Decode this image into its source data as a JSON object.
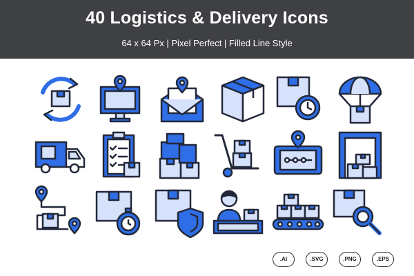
{
  "header": {
    "title": "40 Logistics & Delivery Icons",
    "subtitle": "64 x 64 Px | Pixel Perfect | Filled Line Style"
  },
  "colors": {
    "banner": "#3f4044",
    "primary_blue": "#2f6ee6",
    "light_blue": "#d6e2fb",
    "outline": "#23293a"
  },
  "icons": [
    "box-cycle-icon",
    "computer-location-icon",
    "mail-location-icon",
    "package-box-icon",
    "box-clock-icon",
    "parachute-box-icon",
    "delivery-truck-icon",
    "clipboard-checklist-icon",
    "stacked-boxes-icon",
    "hand-truck-icon",
    "tablet-route-icon",
    "warehouse-door-icon",
    "route-pins-icon",
    "box-stopwatch-icon",
    "box-shield-icon",
    "courier-counter-icon",
    "conveyor-belt-icon",
    "box-search-icon"
  ],
  "formats": [
    ".AI",
    ".SVG",
    ".PNG",
    ".EPS"
  ]
}
